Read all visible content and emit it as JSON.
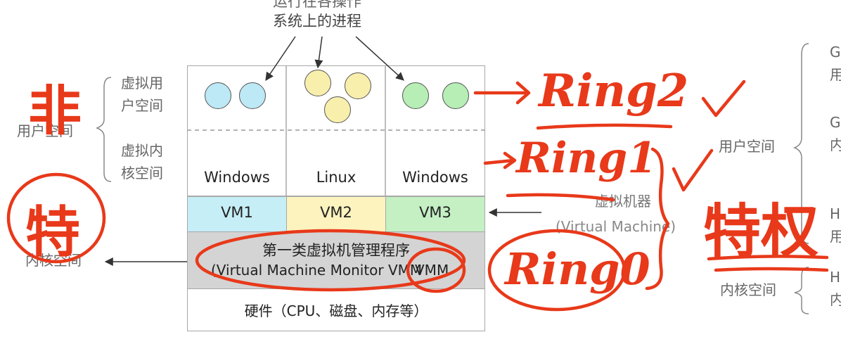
{
  "top_caption": {
    "line1": "运行在各操作",
    "line2": "系统上的进程"
  },
  "left": {
    "virtual_user_space": [
      "虚拟用",
      "户空间"
    ],
    "virtual_kernel_space": [
      "虚拟内",
      "核空间"
    ],
    "user_space": "用户空间",
    "kernel_space": "内核空间"
  },
  "columns": [
    {
      "os": "Windows",
      "vm": "VM1",
      "process_color": "#bde8f5",
      "vm_color": "#c6eef7"
    },
    {
      "os": "Linux",
      "vm": "VM2",
      "process_color": "#f9efad",
      "vm_color": "#fcf3be"
    },
    {
      "os": "Windows",
      "vm": "VM3",
      "process_color": "#b6eeb5",
      "vm_color": "#c4f0c3"
    }
  ],
  "vmm": {
    "line1": "第一类虚拟机管理程序",
    "line2": "(Virtual Machine Monitor VMM",
    "tag": "VMM",
    "color": "#d4d4d4"
  },
  "hardware": "硬件（CPU、磁盘、内存等）",
  "right": {
    "vm_label": "虚拟机器",
    "vm_label_en": "(Virtual Machine)",
    "user_space": "用户空间",
    "kernel_space": "内核空间",
    "edge_fragments": [
      "G",
      "用",
      "G",
      "内",
      "H",
      "用",
      "H",
      "内"
    ]
  },
  "annotations": {
    "ring2": "Ring2",
    "ring1": "Ring1",
    "ring0": "Ring0",
    "privilege": "特权",
    "non": "非",
    "special": "特",
    "accent": "#e8391a"
  }
}
